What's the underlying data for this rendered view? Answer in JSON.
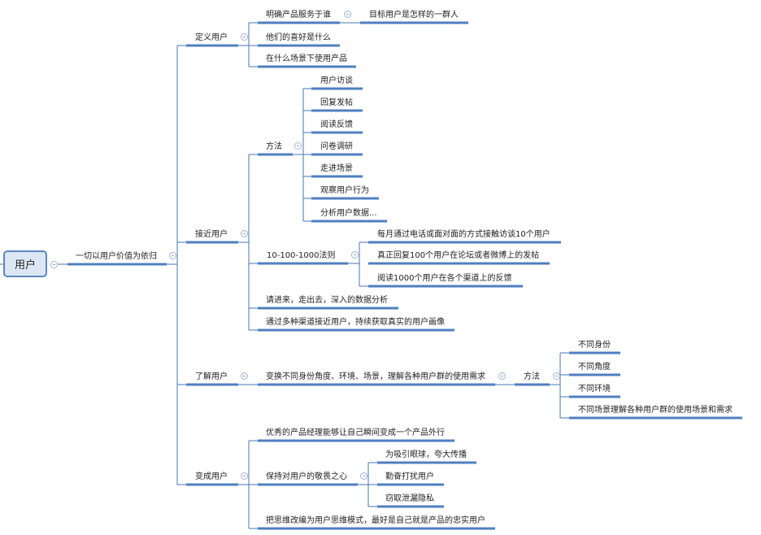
{
  "root": {
    "label": "用户"
  },
  "level1": {
    "label": "一切以用户价值为依归"
  },
  "branches": {
    "define": {
      "label": "定义用户",
      "items": [
        {
          "label": "明确产品服务于谁",
          "child": "目标用户是怎样的一群人"
        },
        {
          "label": "他们的喜好是什么"
        },
        {
          "label": "在什么场景下使用产品"
        }
      ]
    },
    "approach": {
      "label": "接近用户",
      "method": {
        "label": "方法",
        "items": [
          "用户访谈",
          "回复发帖",
          "阅读反馈",
          "问卷调研",
          "走进场景",
          "观察用户行为",
          "分析用户数据..."
        ]
      },
      "rule": {
        "label": "10-100-1000法则",
        "items": [
          "每月通过电话或面对面的方式接触访谈10个用户",
          "真正回复100个用户在论坛或者微博上的发帖",
          "阅读1000个用户在各个渠道上的反馈"
        ]
      },
      "others": [
        "请进来，走出去，深入的数据分析",
        "通过多种渠道接近用户，持续获取真实的用户画像"
      ]
    },
    "understand": {
      "label": "了解用户",
      "desc": "变换不同身份角度、环境、场景，理解各种用户群的使用需求",
      "method": {
        "label": "方法",
        "items": [
          "不同身份",
          "不同角度",
          "不同环境",
          "不同场景理解各种用户群的使用场景和需求"
        ]
      }
    },
    "become": {
      "label": "变成用户",
      "items": [
        {
          "label": "优秀的产品经理能够让自己瞬间变成一个产品外行"
        },
        {
          "label": "保持对用户的敬畏之心",
          "children": [
            "为吸引眼球，夸大传播",
            "勤奋打扰用户",
            "窃取泄漏隐私"
          ]
        },
        {
          "label": "把思维改编为用户思维模式，最好是自己就是产品的忠实用户"
        }
      ]
    }
  },
  "colors": {
    "line": "#4a74b0",
    "underline": "#4f7fc0",
    "root_fill": "#dce6f4"
  }
}
